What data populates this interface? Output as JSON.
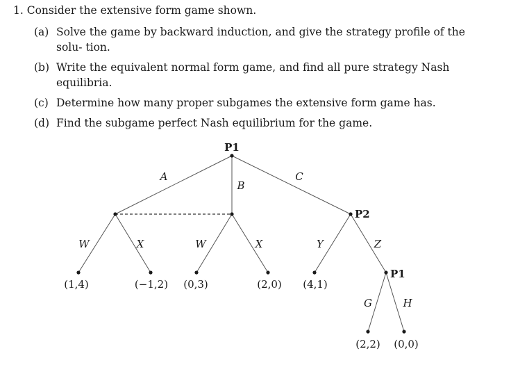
{
  "problem": {
    "number": "1.",
    "intro": "Consider the extensive form game shown.",
    "parts": [
      {
        "label": "(a)",
        "text": "Solve the game by backward induction, and give the strategy profile of the solu- tion."
      },
      {
        "label": "(b)",
        "text": "Write the equivalent normal form game, and find all pure strategy Nash equilibria."
      },
      {
        "label": "(c)",
        "text": "Determine how many proper subgames the extensive form game has."
      },
      {
        "label": "(d)",
        "text": "Find the subgame perfect Nash equilibrium for the game."
      }
    ]
  },
  "game_tree": {
    "players": {
      "root": "P1",
      "right": "P2",
      "deep": "P1"
    },
    "root_actions": [
      "A",
      "B",
      "C"
    ],
    "info_set_actions": {
      "left": [
        "W",
        "X"
      ],
      "middle": [
        "W",
        "X"
      ]
    },
    "p2_actions": [
      "Y",
      "Z"
    ],
    "p1_actions": [
      "G",
      "H"
    ],
    "payoffs": [
      "(1,4)",
      "(−1,2)",
      "(0,3)",
      "(2,0)",
      "(4,1)",
      "(2,2)",
      "(0,0)"
    ]
  }
}
